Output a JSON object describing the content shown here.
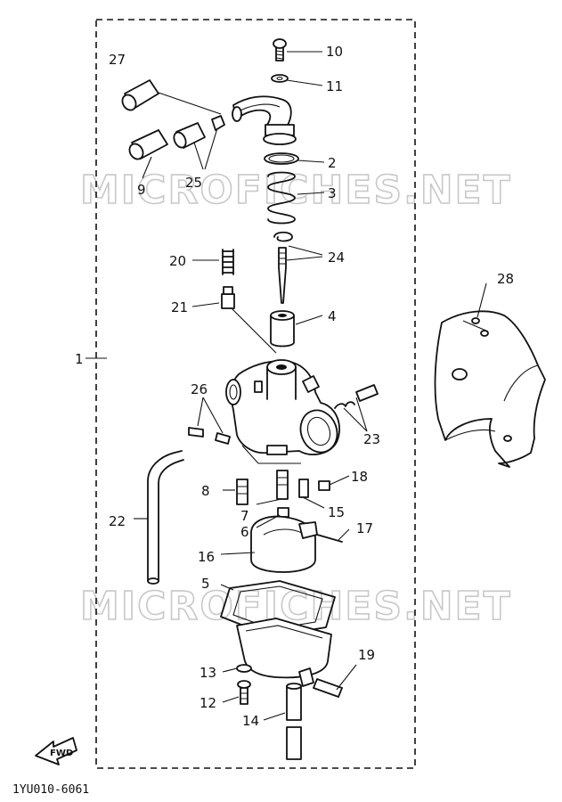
{
  "watermarks": [
    "MICROFICHES.NET",
    "MICROFICHES.NET"
  ],
  "figure_code": "1YU010-6061",
  "fwd_label": "FWD",
  "callouts": {
    "c1": "1",
    "c2": "2",
    "c3": "3",
    "c4": "4",
    "c5": "5",
    "c6": "6",
    "c7": "7",
    "c8": "8",
    "c9": "9",
    "c10": "10",
    "c11": "11",
    "c12": "12",
    "c13": "13",
    "c14": "14",
    "c15": "15",
    "c16": "16",
    "c17": "17",
    "c18": "18",
    "c19": "19",
    "c20": "20",
    "c21": "21",
    "c22": "22",
    "c23": "23",
    "c24": "24",
    "c25": "25",
    "c26": "26",
    "c27": "27",
    "c28": "28"
  }
}
